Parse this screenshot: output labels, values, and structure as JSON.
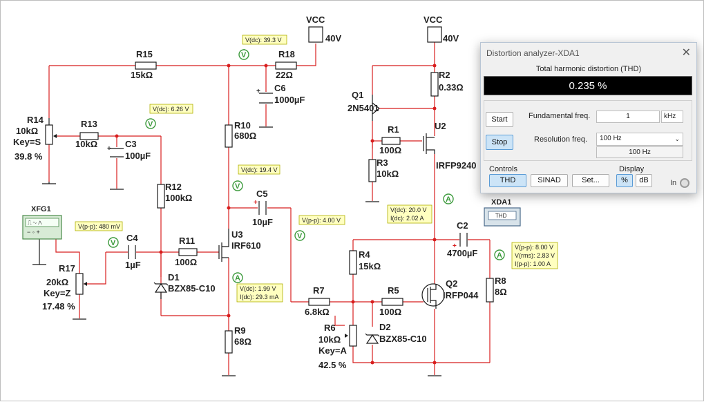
{
  "circuit": {
    "vcc_left": {
      "name": "VCC",
      "value": "40V"
    },
    "vcc_right": {
      "name": "VCC",
      "value": "40V"
    },
    "components": {
      "r15": {
        "ref": "R15",
        "value": "15kΩ"
      },
      "r18": {
        "ref": "R18",
        "value": "22Ω"
      },
      "c6": {
        "ref": "C6",
        "value": "1000µF"
      },
      "r14": {
        "ref": "R14",
        "value": "10kΩ",
        "key": "Key=S",
        "pct": "39.8 %"
      },
      "r13": {
        "ref": "R13",
        "value": "10kΩ"
      },
      "c3": {
        "ref": "C3",
        "value": "100µF"
      },
      "r10": {
        "ref": "R10",
        "value": "680Ω"
      },
      "r12": {
        "ref": "R12",
        "value": "100kΩ"
      },
      "xfg1": {
        "ref": "XFG1"
      },
      "r17": {
        "ref": "R17",
        "value": "20kΩ",
        "key": "Key=Z",
        "pct": "17.48 %"
      },
      "c4": {
        "ref": "C4",
        "value": "1µF"
      },
      "r11": {
        "ref": "R11",
        "value": "100Ω"
      },
      "u3": {
        "ref": "U3",
        "value": "IRF610"
      },
      "c5": {
        "ref": "C5",
        "value": "10µF"
      },
      "d1": {
        "ref": "D1",
        "value": "BZX85-C10"
      },
      "r9": {
        "ref": "R9",
        "value": "68Ω"
      },
      "q1": {
        "ref": "Q1",
        "value": "2N5401"
      },
      "r1": {
        "ref": "R1",
        "value": "100Ω"
      },
      "r3": {
        "ref": "R3",
        "value": "10kΩ"
      },
      "r2": {
        "ref": "R2",
        "value": "0.33Ω"
      },
      "u2": {
        "ref": "U2",
        "value": "IRFP9240"
      },
      "xda1": {
        "ref": "XDA1",
        "face": "THD"
      },
      "c2": {
        "ref": "C2",
        "value": "4700µF"
      },
      "r4": {
        "ref": "R4",
        "value": "15kΩ"
      },
      "r7": {
        "ref": "R7",
        "value": "6.8kΩ"
      },
      "r5": {
        "ref": "R5",
        "value": "100Ω"
      },
      "q2": {
        "ref": "Q2",
        "value": "IRFP044"
      },
      "r8": {
        "ref": "R8",
        "value": "8Ω"
      },
      "r6": {
        "ref": "R6",
        "value": "10kΩ",
        "key": "Key=A",
        "pct": "42.5 %"
      },
      "d2": {
        "ref": "D2",
        "value": "BZX85-C10"
      }
    },
    "probes": {
      "p1": "V(dc): 39.3 V",
      "p2": "V(dc): 6.26 V",
      "p3": "V(dc): 19.4 V",
      "p4": "V(p-p): 480 mV",
      "p5": "V(p-p): 4.00 V",
      "p6a": "V(dc): 1.99 V",
      "p6b": "I(dc): 29.3 mA",
      "p7a": "V(dc): 20.0 V",
      "p7b": "I(dc): 2.02 A",
      "p8a": "V(p-p): 8.00 V",
      "p8b": "V(rms): 2.83 V",
      "p8c": "I(p-p): 1.00 A"
    }
  },
  "dialog": {
    "title": "Distortion analyzer-XDA1",
    "close": "✕",
    "thd_label": "Total harmonic distortion (THD)",
    "reading": "0.235 %",
    "start": "Start",
    "stop": "Stop",
    "fund_label": "Fundamental freq.",
    "fund_value": "1",
    "fund_unit": "kHz",
    "res_label": "Resolution freq.",
    "res_value": "100 Hz",
    "res_display": "100 Hz",
    "controls_label": "Controls",
    "thd_btn": "THD",
    "sinad_btn": "SINAD",
    "set_btn": "Set...",
    "display_label": "Display",
    "pct_btn": "%",
    "db_btn": "dB",
    "in_label": "In"
  }
}
